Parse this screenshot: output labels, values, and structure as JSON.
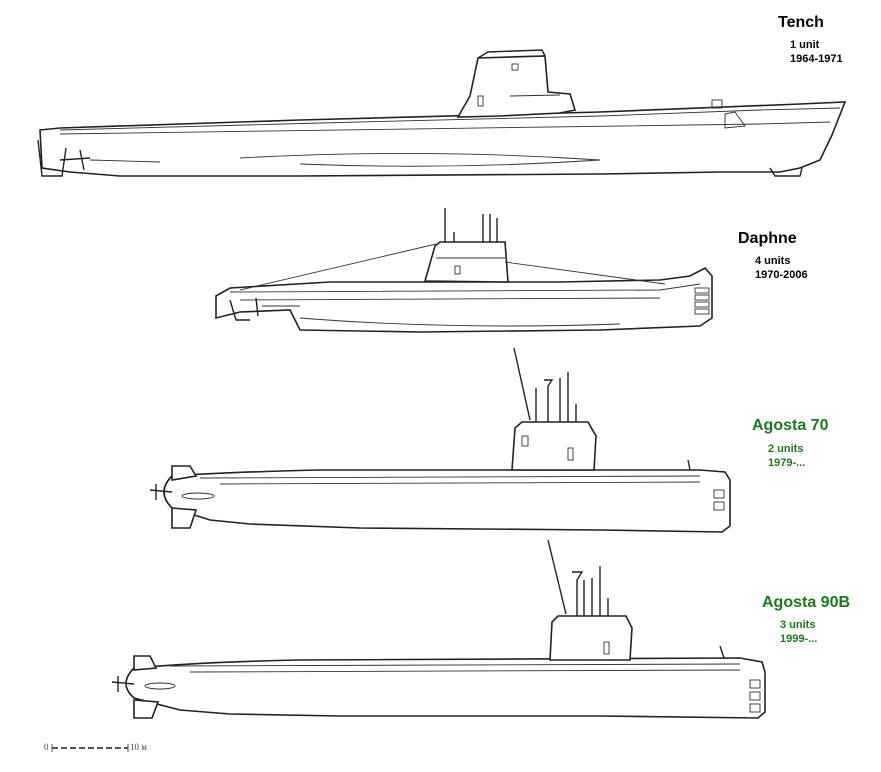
{
  "vessels": [
    {
      "name": "Tench",
      "units": "1 unit",
      "years": "1964-1971",
      "color": "#000000"
    },
    {
      "name": "Daphne",
      "units": "4 units",
      "years": "1970-2006",
      "color": "#000000"
    },
    {
      "name": "Agosta 70",
      "units": "2 units",
      "years": "1979-...",
      "color": "#1a7a1a"
    },
    {
      "name": "Agosta 90B",
      "units": "3 units",
      "years": "1999-...",
      "color": "#1a7a1a"
    }
  ],
  "scale": {
    "start": "0",
    "end": "10 м"
  }
}
